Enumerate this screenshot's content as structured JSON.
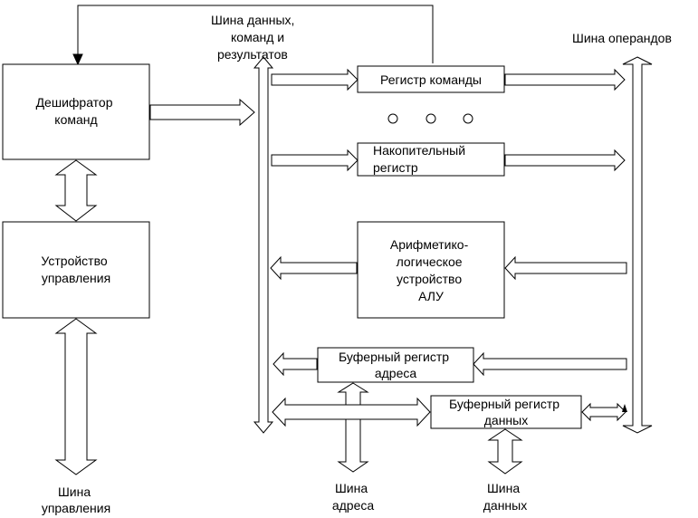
{
  "diagram": {
    "bus_data_label": [
      "Шина данных,",
      "команд и",
      "результатов"
    ],
    "bus_operands_label": "Шина операндов",
    "decoder_label": [
      "Дешифратор",
      "команд"
    ],
    "control_unit_label": [
      "Устройство",
      "управления"
    ],
    "command_register_label": "Регистр команды",
    "accumulator_label": [
      "Накопительный",
      "регистр"
    ],
    "alu_label": [
      "Арифметико-",
      "логическое",
      "устройство",
      "АЛУ"
    ],
    "address_buffer_label": [
      "Буферный регистр",
      "адреса"
    ],
    "data_buffer_label": [
      "Буферный регистр",
      "данных"
    ],
    "control_bus_label": [
      "Шина",
      "управления"
    ],
    "address_bus_label": [
      "Шина",
      "адреса"
    ],
    "data_bus_label": [
      "Шина",
      "данных"
    ],
    "ellipsis_dots": "o  o  o"
  }
}
